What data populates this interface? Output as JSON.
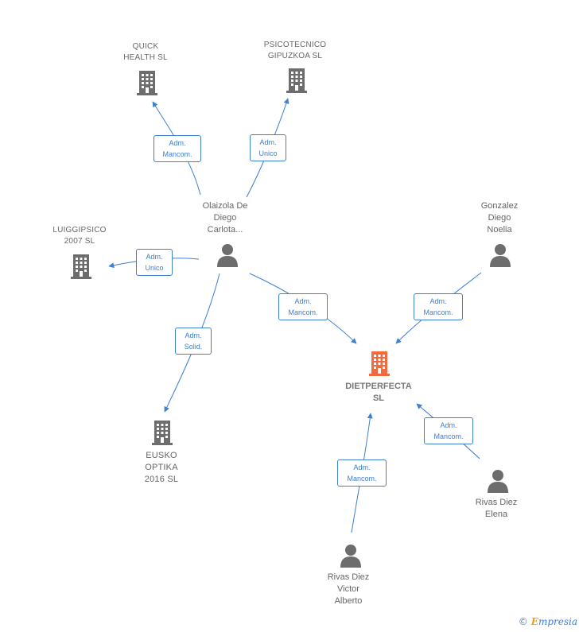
{
  "colors": {
    "edge": "#3d7fd1",
    "company_icon": "#6d6d6d",
    "focus_icon": "#f26a3d",
    "person_icon": "#6d6d6d",
    "label": "#666666"
  },
  "nodes": {
    "quick_health": {
      "label": "QUICK\nHEALTH  SL",
      "icon": "building-icon"
    },
    "psicotecnico": {
      "label": "PSICOTECNICO\nGIPUZKOA SL",
      "icon": "building-icon"
    },
    "luiggipsico": {
      "label": "LUIGGIPSICO\n2007 SL",
      "icon": "building-icon"
    },
    "eusko_optika": {
      "label": "EUSKO\nOPTIKA\n2016  SL",
      "icon": "building-icon"
    },
    "dietperfecta": {
      "label": "DIETPERFECTA\nSL",
      "icon": "building-icon"
    },
    "olaizola": {
      "label": "Olaizola De\nDiego\nCarlota...",
      "icon": "person-icon"
    },
    "gonzalez": {
      "label": "Gonzalez\nDiego\nNoelia",
      "icon": "person-icon"
    },
    "rivas_elena": {
      "label": "Rivas Diez\nElena",
      "icon": "person-icon"
    },
    "rivas_victor": {
      "label": "Rivas Diez\nVictor\nAlberto",
      "icon": "person-icon"
    }
  },
  "relations": {
    "r1": "Adm.\nMancom.",
    "r2": "Adm.\nUnico",
    "r3": "Adm.\nUnico",
    "r4": "Adm.\nSolid.",
    "r5": "Adm.\nMancom.",
    "r6": "Adm.\nMancom.",
    "r7": "Adm.\nMancom.",
    "r8": "Adm.\nMancom."
  },
  "footer": {
    "copyright": "©",
    "brand_first": "E",
    "brand_rest": "mpresia"
  }
}
